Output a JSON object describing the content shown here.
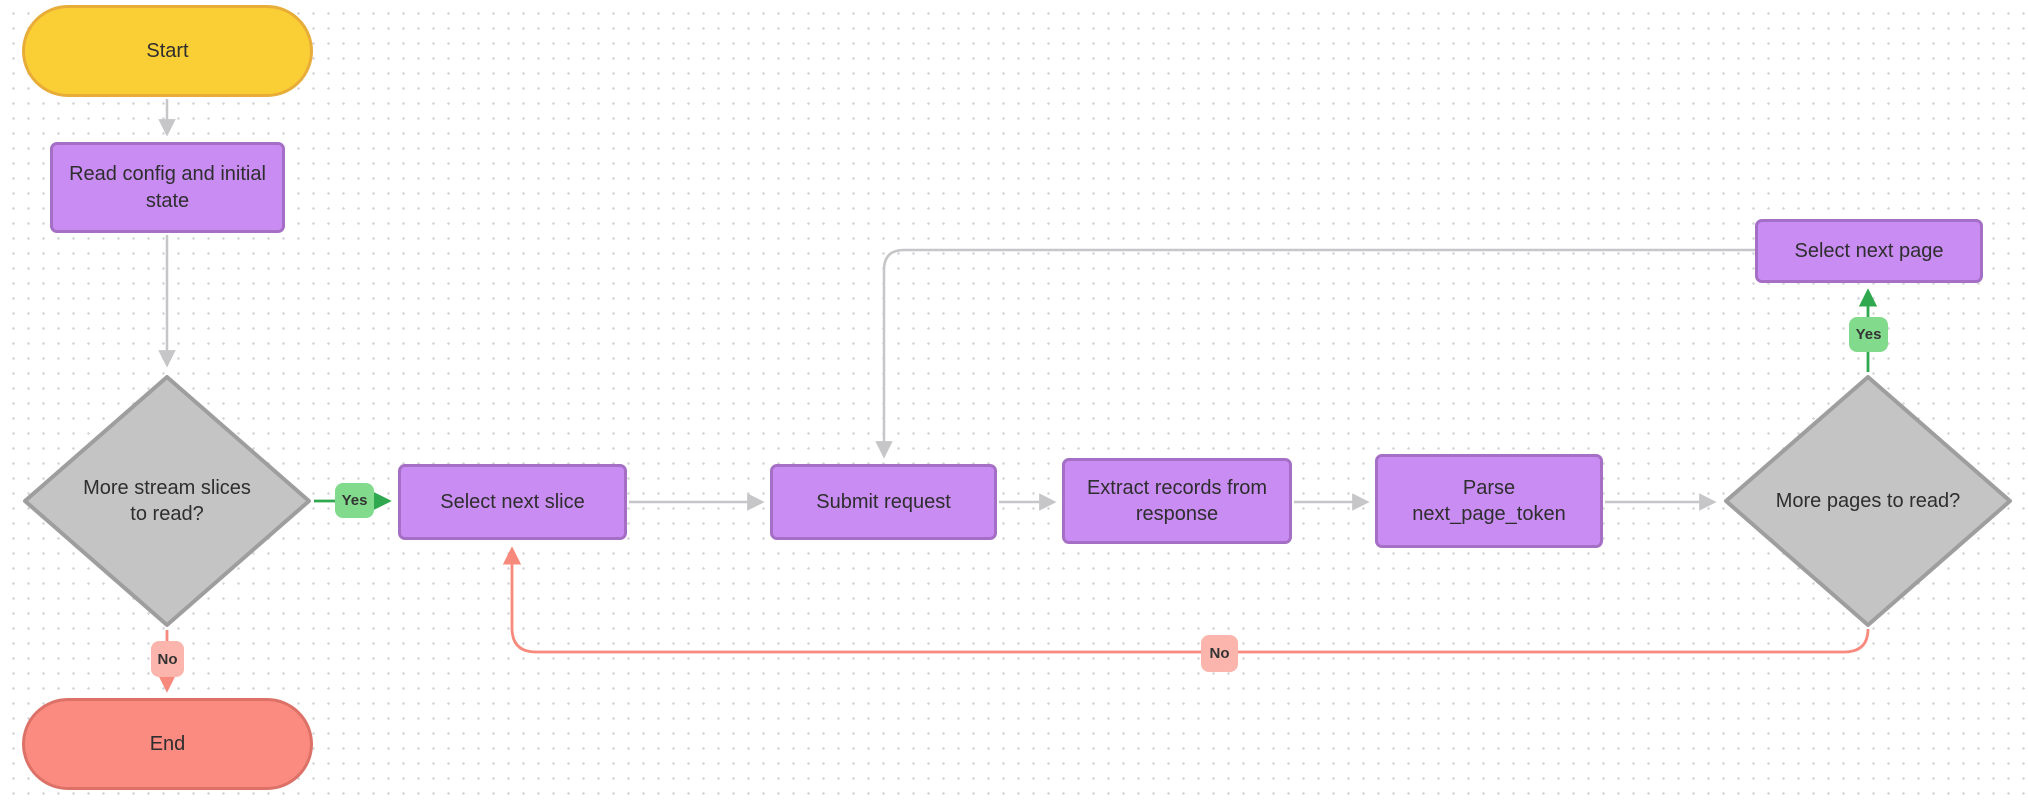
{
  "diagram": {
    "colors": {
      "background": "#FFFFFF",
      "grid_dot": "#D9D9DD",
      "edge_gray": "#C6C6C9",
      "edge_green": "#2FA84F",
      "edge_salmon": "#F8897D",
      "node_text": "#2E2E2E"
    },
    "nodes": {
      "start": {
        "label": "Start",
        "fill": "#FACF36",
        "border": "#E8AC38"
      },
      "read_config": {
        "label": "Read config and initial state",
        "fill": "#C98CF3",
        "border": "#A56FC6"
      },
      "more_slices": {
        "label": "More stream slices to read?",
        "fill": "#C4C4C4",
        "border": "#9E9E9E"
      },
      "end": {
        "label": "End",
        "fill": "#FB8A80",
        "border": "#DC7168"
      },
      "select_next_slice": {
        "label": "Select next slice",
        "fill": "#C98CF3",
        "border": "#A56FC6"
      },
      "submit_request": {
        "label": "Submit request",
        "fill": "#C98CF3",
        "border": "#A56FC6"
      },
      "extract_records": {
        "label": "Extract records from response",
        "fill": "#C98CF3",
        "border": "#A56FC6"
      },
      "parse_token": {
        "label": "Parse\nnext_page_token",
        "fill": "#C98CF3",
        "border": "#A56FC6"
      },
      "more_pages": {
        "label": "More pages to read?",
        "fill": "#C4C4C4",
        "border": "#9E9E9E"
      },
      "select_next_page": {
        "label": "Select next page",
        "fill": "#C98CF3",
        "border": "#A56FC6"
      }
    },
    "edge_labels": {
      "yes_slices": {
        "label": "Yes",
        "bg": "#82DB8C",
        "line": "#2FA84F"
      },
      "no_slices": {
        "label": "No",
        "bg": "#FBB5AC",
        "line": "#F8897D"
      },
      "yes_pages": {
        "label": "Yes",
        "bg": "#82DB8C",
        "line": "#2FA84F"
      },
      "no_pages": {
        "label": "No",
        "bg": "#FBB5AC",
        "line": "#F8897D"
      }
    }
  }
}
